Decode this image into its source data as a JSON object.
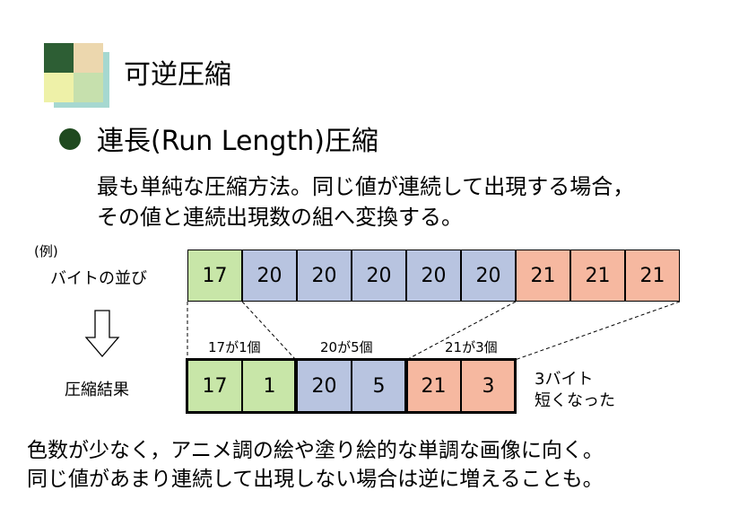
{
  "colors": {
    "green": "#c8e6a8",
    "blue": "#b8c4e0",
    "salmon": "#f6b8a0",
    "dark": "#1f4a1f"
  },
  "title": "可逆圧縮",
  "heading": "連長(Run Length)圧縮",
  "description": [
    "最も単純な圧縮方法。同じ値が連続して出現する場合，",
    "その値と連続出現数の組へ変換する。"
  ],
  "example_label": "(例)",
  "byte_seq_label": "バイトの並び",
  "bytes": [
    {
      "value": "17",
      "group": "green"
    },
    {
      "value": "20",
      "group": "blue"
    },
    {
      "value": "20",
      "group": "blue"
    },
    {
      "value": "20",
      "group": "blue"
    },
    {
      "value": "20",
      "group": "blue"
    },
    {
      "value": "20",
      "group": "blue"
    },
    {
      "value": "21",
      "group": "salmon"
    },
    {
      "value": "21",
      "group": "salmon"
    },
    {
      "value": "21",
      "group": "salmon"
    }
  ],
  "group_labels": [
    "17が1個",
    "20が5個",
    "21が3個"
  ],
  "result_label": "圧縮結果",
  "compressed": [
    {
      "value": "17",
      "group": "green"
    },
    {
      "value": "1",
      "group": "green"
    },
    {
      "value": "20",
      "group": "blue"
    },
    {
      "value": "5",
      "group": "blue"
    },
    {
      "value": "21",
      "group": "salmon"
    },
    {
      "value": "3",
      "group": "salmon"
    }
  ],
  "note": [
    "3バイト",
    "短くなった"
  ],
  "bottom_text": [
    "色数が少なく，アニメ調の絵や塗り絵的な単調な画像に向く。",
    "同じ値があまり連続して出現しない場合は逆に増えることも。"
  ]
}
